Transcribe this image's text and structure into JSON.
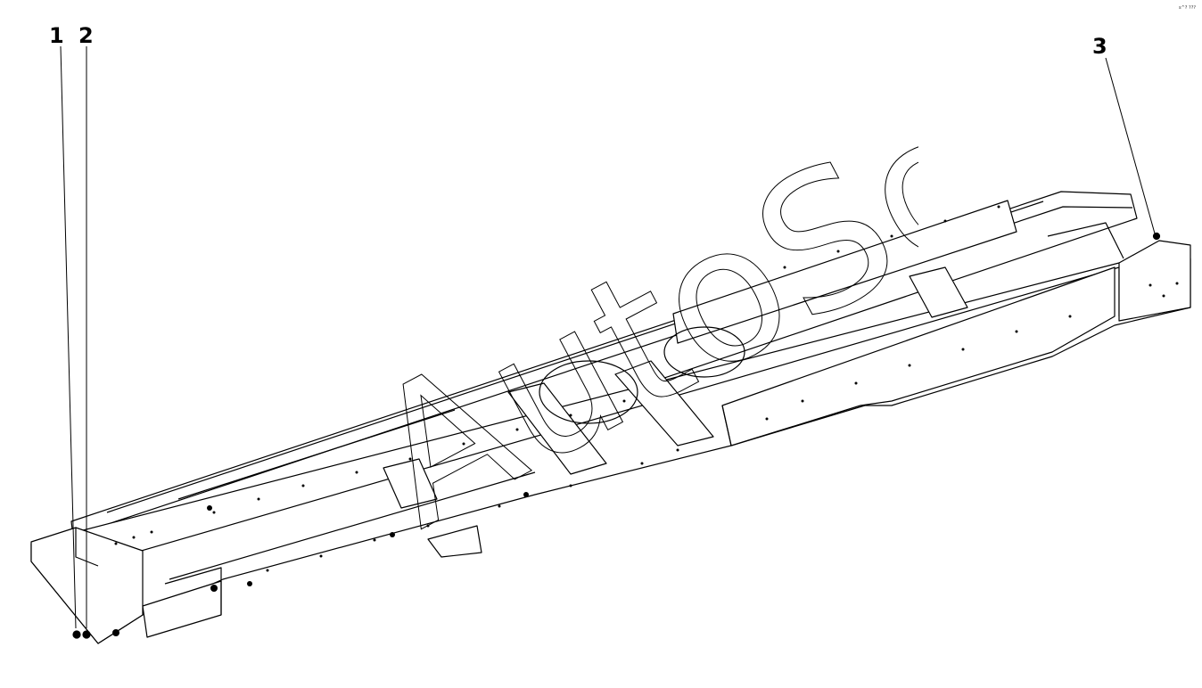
{
  "callouts": [
    {
      "label": "1"
    },
    {
      "label": "2"
    },
    {
      "label": "3"
    }
  ],
  "figure_code": "s^? ???",
  "watermark": "AutoSoft",
  "colors": {
    "line": "#000000",
    "background": "#ffffff"
  }
}
